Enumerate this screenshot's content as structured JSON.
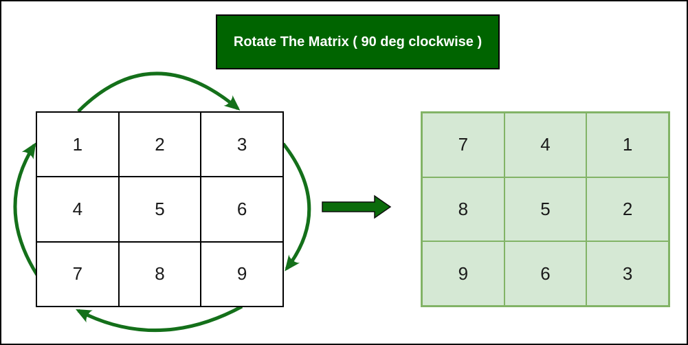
{
  "title": {
    "text": "Rotate The Matrix ( 90 deg clockwise )"
  },
  "matrices": {
    "original": {
      "label": "original-matrix",
      "rows": [
        [
          "1",
          "2",
          "3"
        ],
        [
          "4",
          "5",
          "6"
        ],
        [
          "7",
          "8",
          "9"
        ]
      ]
    },
    "rotated": {
      "label": "rotated-matrix",
      "rows": [
        [
          "7",
          "4",
          "1"
        ],
        [
          "8",
          "5",
          "2"
        ],
        [
          "9",
          "6",
          "3"
        ]
      ]
    }
  },
  "icons": {
    "transform_arrow": "right-block-arrow",
    "rotation_arcs": [
      "top-clockwise-arc",
      "right-clockwise-arc",
      "bottom-clockwise-arc",
      "left-clockwise-arc"
    ]
  },
  "colors": {
    "banner_fill": "#006400",
    "banner_border": "#000000",
    "banner_text": "#ffffff",
    "arc_green": "#14701a",
    "block_arrow_fill": "#0b6b0b",
    "original_fill": "#ffffff",
    "original_border": "#000000",
    "rotated_fill": "#d5e8d4",
    "rotated_border": "#82b366",
    "number_color": "#1a1a1a",
    "outer_border": "#000000"
  }
}
